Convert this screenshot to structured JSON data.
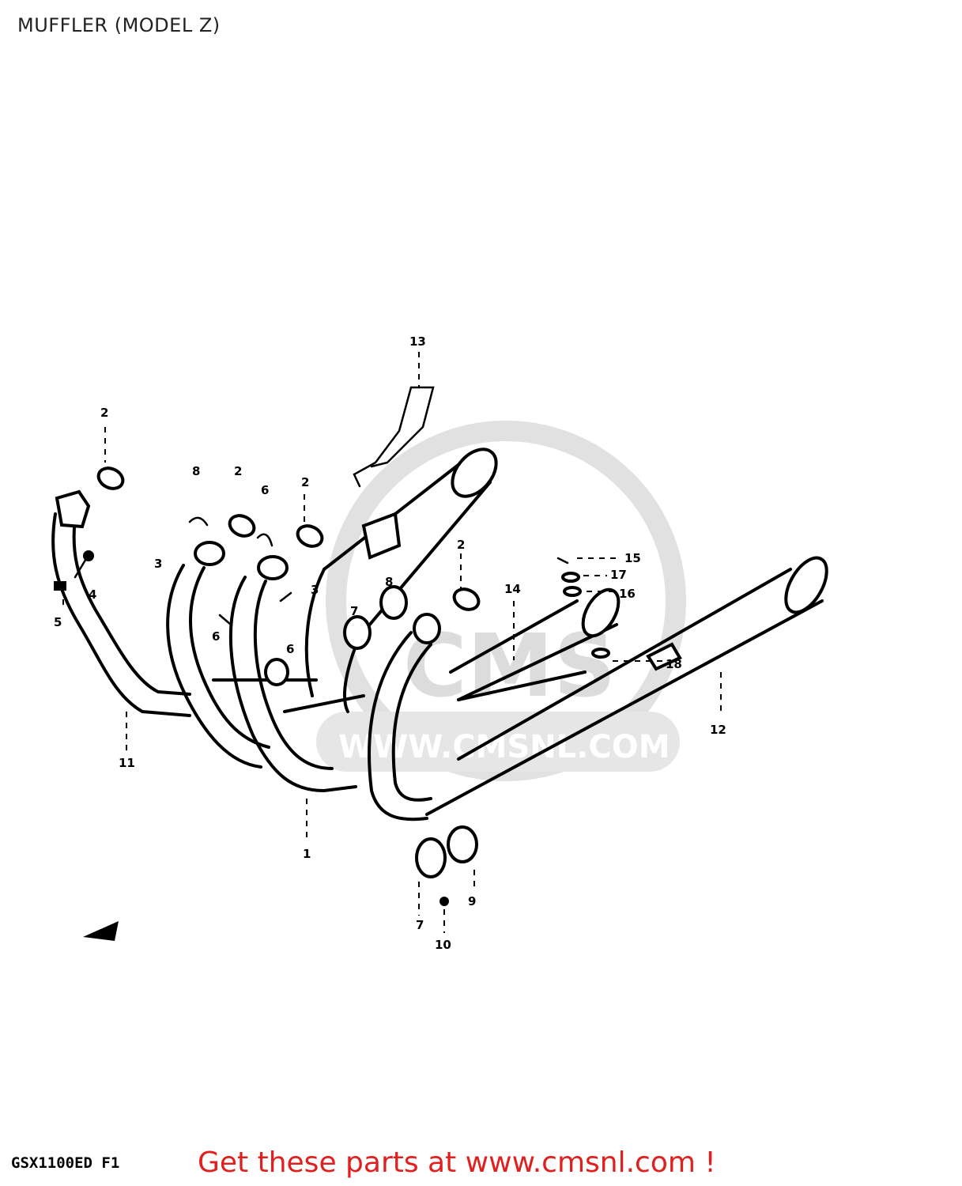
{
  "header": {
    "title": "MUFFLER (MODEL Z)"
  },
  "footer": {
    "model_code": "GSX1100ED F1",
    "promo": "Get these parts at www.cmsnl.com !"
  },
  "watermark": {
    "text": "CMS",
    "url": "WWW.CMSNL.COM"
  },
  "callouts": {
    "c1": "1",
    "c2a": "2",
    "c2b": "2",
    "c2c": "2",
    "c2d": "2",
    "c3a": "3",
    "c3b": "3",
    "c4": "4",
    "c5": "5",
    "c6a": "6",
    "c6b": "6",
    "c6c": "6",
    "c7a": "7",
    "c7b": "7",
    "c8a": "8",
    "c8b": "8",
    "c9": "9",
    "c10": "10",
    "c11": "11",
    "c12": "12",
    "c13": "13",
    "c14": "14",
    "c15": "15",
    "c16": "16",
    "c17": "17",
    "c18": "18"
  }
}
